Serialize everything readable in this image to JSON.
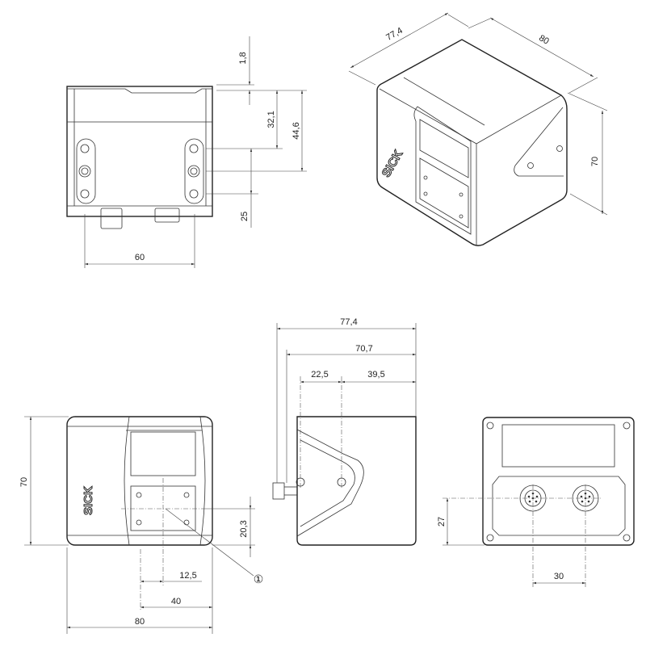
{
  "brand_logo": "SICK",
  "callout": "①",
  "views": {
    "top": {
      "dims": {
        "d1": "1,8",
        "d2": "32,1",
        "d3": "44,6",
        "d4": "25",
        "d5": "60"
      }
    },
    "iso": {
      "dims": {
        "depth": "77,4",
        "width": "80",
        "height": "70"
      }
    },
    "front": {
      "dims": {
        "height": "70",
        "d1": "20,3",
        "d2": "12,5",
        "d3": "40",
        "width": "80"
      }
    },
    "side": {
      "dims": {
        "d1": "77,4",
        "d2": "70,7",
        "d3": "22,5",
        "d4": "39,5"
      }
    },
    "rear": {
      "dims": {
        "d1": "27",
        "d2": "30"
      }
    }
  }
}
